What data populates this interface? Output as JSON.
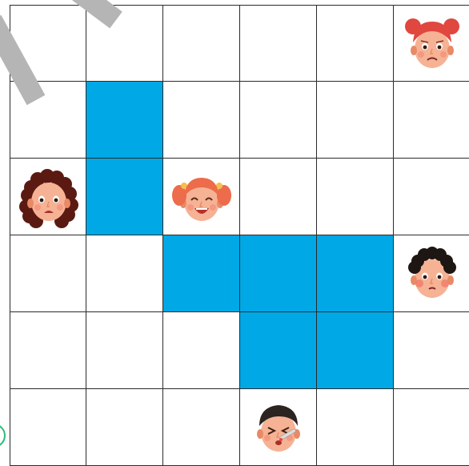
{
  "board": {
    "rows": 6,
    "cols": 6,
    "path_color": "#00a8e6",
    "path_cells": [
      [
        1,
        1
      ],
      [
        2,
        1
      ],
      [
        3,
        2
      ],
      [
        3,
        3
      ],
      [
        3,
        4
      ],
      [
        4,
        3
      ],
      [
        4,
        4
      ]
    ],
    "characters": [
      {
        "id": "girl-red-pigtails-worried",
        "row": 0,
        "col": 5,
        "hair": "#e0473f",
        "mood": "worried",
        "style": "buns"
      },
      {
        "id": "girl-curly-brown-sad",
        "row": 2,
        "col": 0,
        "hair": "#5a1a12",
        "mood": "sad",
        "style": "curly-long"
      },
      {
        "id": "girl-red-pigtails-laughing",
        "row": 2,
        "col": 2,
        "hair": "#ec6c4b",
        "mood": "laughing",
        "style": "pigtails"
      },
      {
        "id": "boy-curly-black-flushed",
        "row": 3,
        "col": 5,
        "hair": "#1e1612",
        "mood": "flushed",
        "style": "curly-short"
      },
      {
        "id": "boy-sick-thermometer",
        "row": 5,
        "col": 3,
        "hair": "#2b2420",
        "mood": "sick",
        "style": "short"
      }
    ]
  }
}
